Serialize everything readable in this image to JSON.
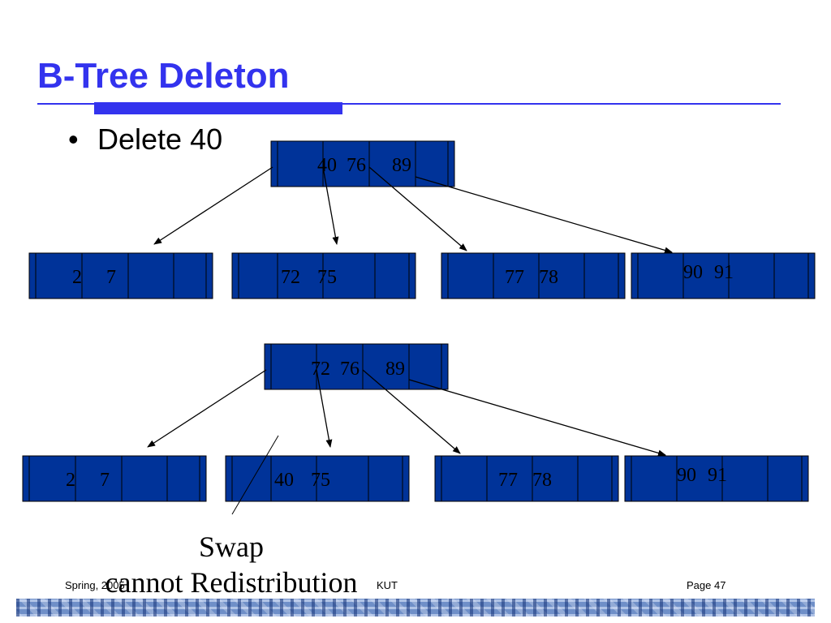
{
  "slide": {
    "title": "B-Tree Deleton",
    "bullet": "Delete 40",
    "caption_line1": "Swap",
    "caption_line2": "cannot Redistribution"
  },
  "footer": {
    "left": "Spring, 2005",
    "center": "KUT",
    "right": "Page 47"
  },
  "colors": {
    "title": "#3333ee",
    "node_fill": "#003399",
    "node_text": "#000000"
  },
  "diagram": {
    "before": {
      "root_keys": [
        "40",
        "76",
        "89"
      ],
      "leaves": [
        [
          "2",
          "7"
        ],
        [
          "72",
          "75"
        ],
        [
          "77",
          "78"
        ],
        [
          "90",
          "91"
        ]
      ]
    },
    "after": {
      "root_keys": [
        "72",
        "76",
        "89"
      ],
      "leaves": [
        [
          "2",
          "7"
        ],
        [
          "40",
          "75"
        ],
        [
          "77",
          "78"
        ],
        [
          "90",
          "91"
        ]
      ]
    }
  }
}
